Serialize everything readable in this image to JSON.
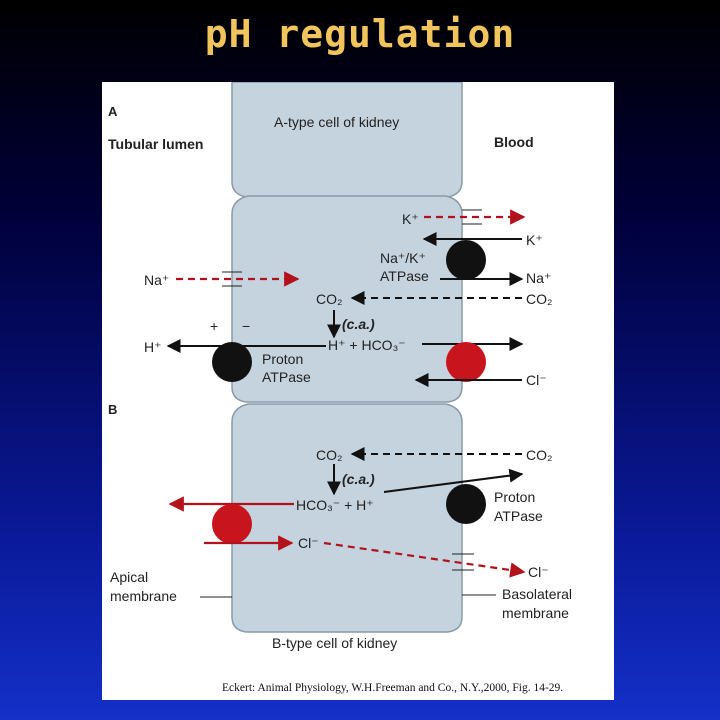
{
  "slide_title": "pH regulation",
  "panel_a": {
    "letter": "A",
    "cell_title": "A-type cell of kidney",
    "lumen_label": "Tubular lumen",
    "blood_label": "Blood",
    "k_out": "K⁺",
    "k_in": "K⁺",
    "na_k_atpase": [
      "Na⁺/K⁺",
      "ATPase"
    ],
    "na_out": "Na⁺",
    "na_in": "Na⁺",
    "co2_inside": "CO₂",
    "co2_blood": "CO₂",
    "plus": "+",
    "minus": "−",
    "ca": "(c.a.)",
    "h_lumen": "H⁺",
    "reaction": "H⁺ + HCO₃⁻",
    "proton_atpase": [
      "Proton",
      "ATPase"
    ],
    "cl_blood": "Cl⁻"
  },
  "panel_b": {
    "letter": "B",
    "co2_inside": "CO₂",
    "co2_blood": "CO₂",
    "ca": "(c.a.)",
    "reaction": "HCO₃⁻ + H⁺",
    "proton_atpase": [
      "Proton",
      "ATPase"
    ],
    "cl_inside": "Cl⁻",
    "cl_blood": "Cl⁻",
    "apical": [
      "Apical",
      "membrane"
    ],
    "basolateral": [
      "Basolateral",
      "membrane"
    ],
    "cell_title": "B-type cell of kidney"
  },
  "citation": "Eckert: Animal Physiology, W.H.Freeman and Co., N.Y.,2000, Fig. 14-29.",
  "colors": {
    "cell": "#c5d3de",
    "cell_border": "#8a9aa8",
    "red_arrow": "#b3121c",
    "pump_black": "#111111",
    "pump_red": "#c8141c",
    "title": "#f2c55c"
  }
}
